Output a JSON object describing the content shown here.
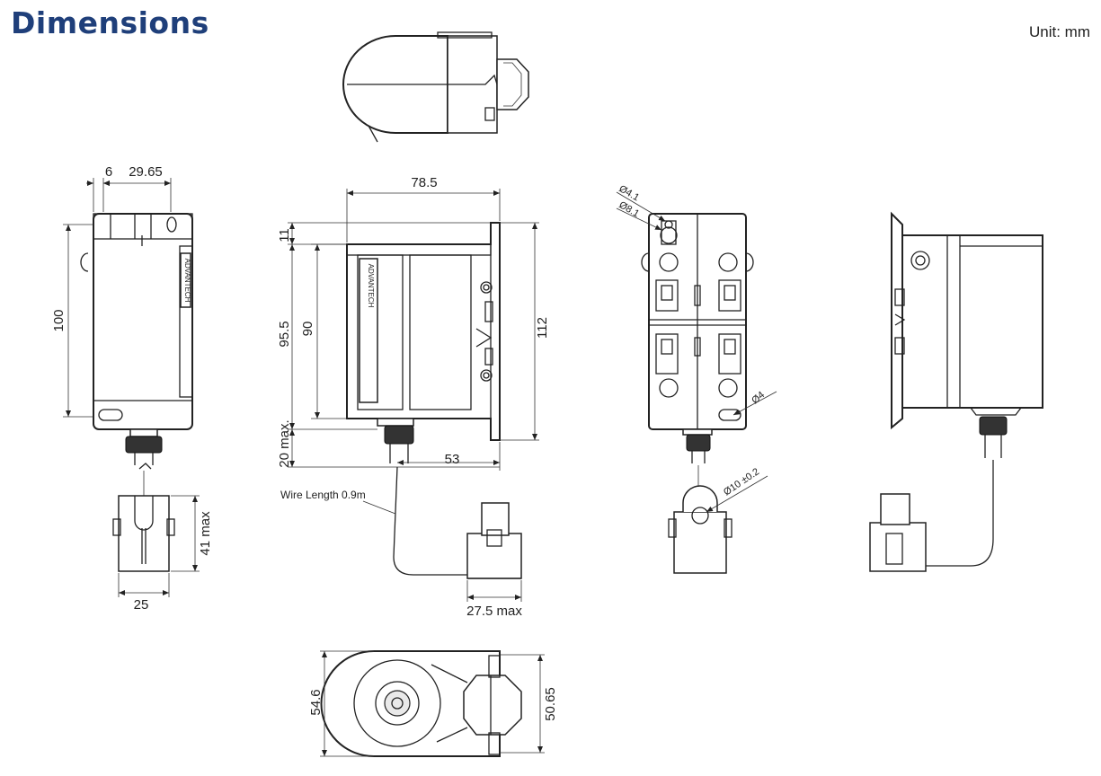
{
  "header": {
    "title": "Dimensions",
    "unit": "Unit: mm"
  },
  "dimensions": {
    "left_view": {
      "d6": "6",
      "d29_65": "29.65",
      "d100": "100",
      "d41max": "41 max",
      "d25": "25"
    },
    "front_view": {
      "d78_5": "78.5",
      "d11": "11",
      "d95_5": "95.5",
      "d90": "90",
      "d112": "112",
      "d20max": "20 max.",
      "d53": "53",
      "wire": "Wire Length 0.9m",
      "d27_5max": "27.5 max"
    },
    "rear_view": {
      "hole1": "Ø4.1",
      "hole2": "Ø8.1",
      "hole3": "Ø4",
      "clamp": "Ø10 ±0.2"
    },
    "bottom_view": {
      "d54_6": "54.6",
      "d50_65": "50.65"
    }
  },
  "brand_label": "ADVANTECH"
}
